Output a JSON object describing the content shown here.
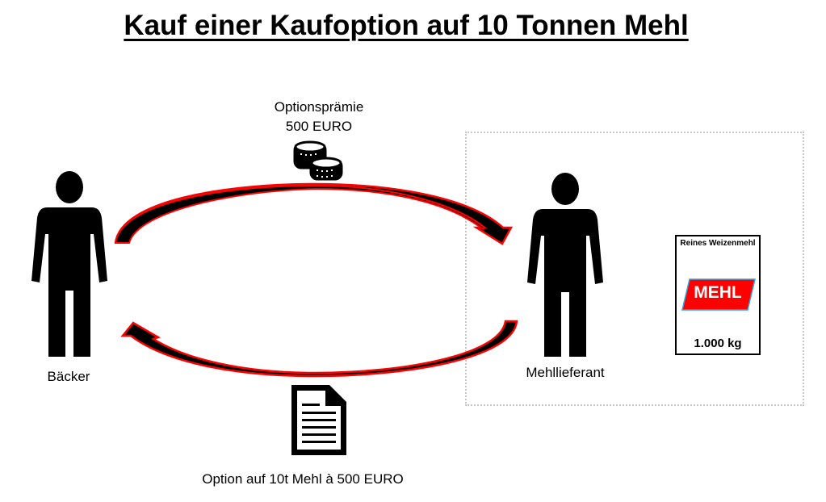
{
  "title": "Kauf einer Kaufoption auf 10 Tonnen Mehl",
  "premium": {
    "label": "Optionsprämie",
    "amount": "500 EURO"
  },
  "buyer": {
    "label": "Bäcker"
  },
  "seller": {
    "label": "Mehllieferant"
  },
  "option_label": "Option auf 10t Mehl à 500 EURO",
  "flour_bag": {
    "name": "Reines Weizenmehl",
    "brand": "MEHL",
    "weight": "1.000 kg"
  },
  "colors": {
    "arrow_fill": "#000000",
    "arrow_outline": "#ff0000",
    "brand_red": "#ff0000",
    "brand_edge": "#29a8e0"
  }
}
